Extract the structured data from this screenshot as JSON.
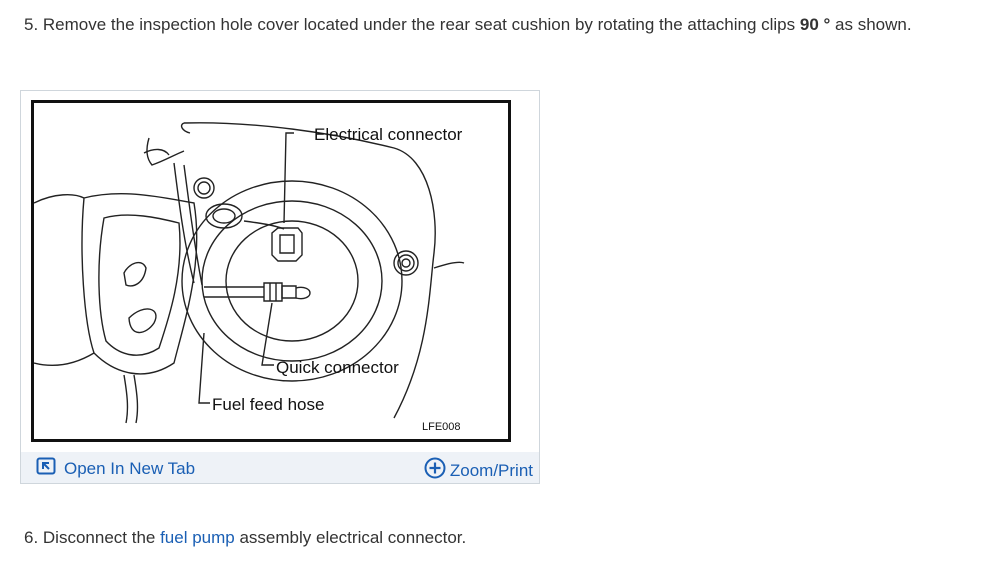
{
  "step5": {
    "prefix": "5. Remove the inspection hole cover located under the rear seat cushion by rotating the attaching clips ",
    "bold": "90 °",
    "suffix": " as shown."
  },
  "figure": {
    "labels": {
      "electrical_connector": "Electrical connector",
      "quick_connector": "Quick connector",
      "fuel_feed_hose": "Fuel feed hose",
      "code": "LFE008"
    },
    "actions": {
      "open_new_tab": "Open In New Tab",
      "zoom_print": "Zoom/Print"
    },
    "icons": {
      "open": "open-in-new-tab-icon",
      "zoom": "plus-circle-icon"
    }
  },
  "step6": {
    "prefix": "6. Disconnect the ",
    "link": "fuel pump",
    "suffix": " assembly electrical connector."
  },
  "colors": {
    "link": "#1a5fb4",
    "bar_bg": "#eef2f7",
    "text": "#333333"
  }
}
